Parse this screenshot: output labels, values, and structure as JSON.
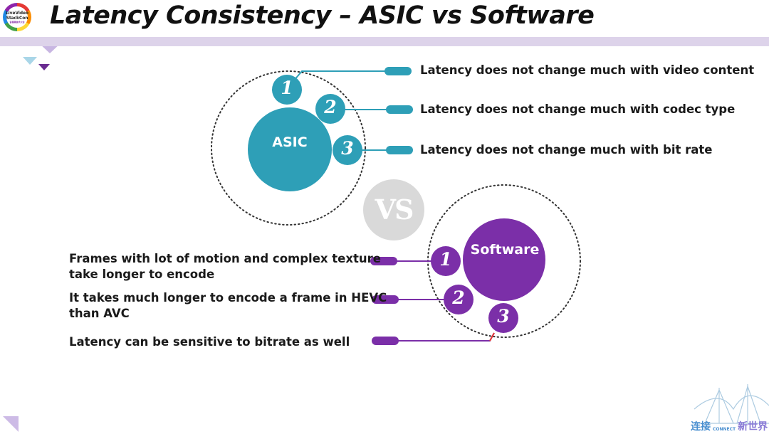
{
  "slide": {
    "title": "Latency Consistency – ASIC vs Software",
    "logo": {
      "line1": "LiveVideo",
      "line2": "StackCon",
      "tagline": "音视频技术大会"
    },
    "vs_label": "VS",
    "footer": {
      "text1": "连接",
      "text2": "CONNECT",
      "text3": "新世界"
    }
  },
  "asic": {
    "label": "ASIC",
    "numbers": [
      "1",
      "2",
      "3"
    ],
    "points": [
      "Latency does not change much with video content",
      "Latency does not change much with codec type",
      "Latency does not change much  with bit rate"
    ]
  },
  "software": {
    "label": "Software",
    "numbers": [
      "1",
      "2",
      "3"
    ],
    "points": [
      {
        "line1": "Frames with  lot of motion and complex texture",
        "line2": "take longer to encode"
      },
      {
        "line1": "It takes much longer to encode a frame in HEVC",
        "line2": "than AVC"
      },
      {
        "line1": "Latency can be sensitive to bitrate as well",
        "line2": ""
      }
    ]
  },
  "colors": {
    "asic": "#2e9fb7",
    "software": "#7b2fa8",
    "band": "#ddd3ea",
    "vs": "#d9d9d9"
  },
  "icons": [
    "logo-badge",
    "triangle-decor",
    "bridge-skyline"
  ]
}
